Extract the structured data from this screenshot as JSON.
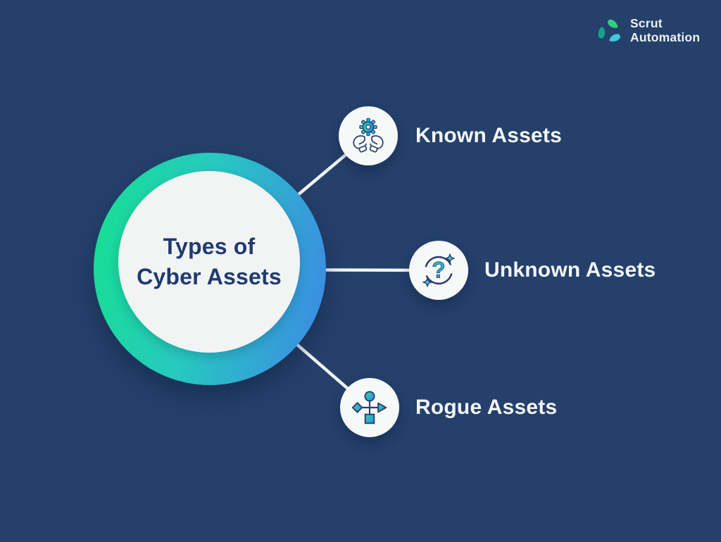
{
  "page": {
    "background_color": "#24406B",
    "kind": "infographic-diagram"
  },
  "logo": {
    "icon": "scrut-triangle-logo",
    "line1": "Scrut",
    "line2": "Automation"
  },
  "center_node": {
    "title_line1": "Types of",
    "title_line2": "Cyber Assets",
    "ring_gradient_start": "#15E08F",
    "ring_gradient_end": "#3D87E6",
    "inner_fill": "#F2F4F3",
    "text_color": "#1E3B70"
  },
  "nodes": [
    {
      "label": "Known Assets",
      "icon": "hands-holding-gear-icon"
    },
    {
      "label": "Unknown Assets",
      "icon": "question-mark-dashed-circle-icon",
      "glyph": "?"
    },
    {
      "label": "Rogue Assets",
      "icon": "connected-shapes-icon"
    }
  ],
  "colors": {
    "connector_line": "#F3F5F6",
    "label_text": "#F4F6F8",
    "icon_stroke_navy": "#2B3F6E",
    "accent_teal": "#27C9C0",
    "accent_green": "#15E08F",
    "accent_blue": "#3D87E6"
  }
}
